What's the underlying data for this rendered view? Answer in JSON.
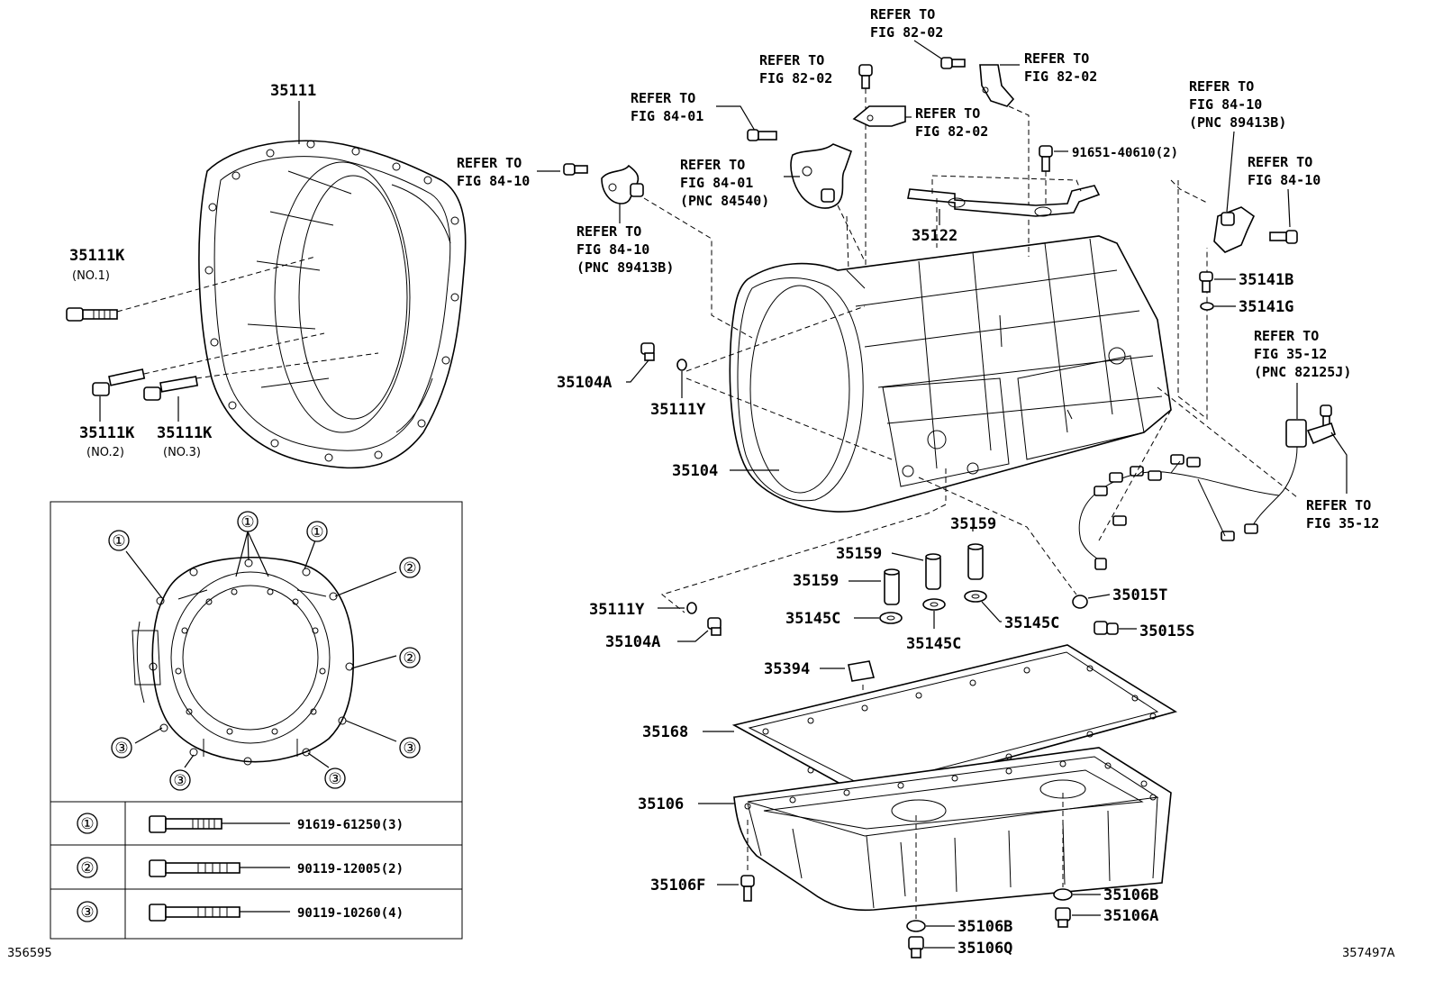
{
  "labels": {
    "p35111": "35111",
    "p35111k_1": "35111K",
    "p35111k_1_sub": "(NO.1)",
    "p35111k_2": "35111K",
    "p35111k_2_sub": "(NO.2)",
    "p35111k_3": "35111K",
    "p35111k_3_sub": "(NO.3)",
    "p35104a_top": "35104A",
    "p35111y_top": "35111Y",
    "p35104": "35104",
    "p35122": "35122",
    "p35141b": "35141B",
    "p35141g": "35141G",
    "p91651": "91651-40610(2)",
    "p35159_a": "35159",
    "p35159_b": "35159",
    "p35159_c": "35159",
    "p35145c_a": "35145C",
    "p35145c_b": "35145C",
    "p35145c_c": "35145C",
    "p35015t": "35015T",
    "p35015s": "35015S",
    "p35111y_bot": "35111Y",
    "p35104a_bot": "35104A",
    "p35394": "35394",
    "p35168": "35168",
    "p35106": "35106",
    "p35106f": "35106F",
    "p35106b_a": "35106B",
    "p35106b_b": "35106B",
    "p35106a": "35106A",
    "p35106q": "35106Q"
  },
  "refs": {
    "r_82_02_top": [
      "REFER TO",
      "FIG 82-02"
    ],
    "r_82_02_left": [
      "REFER TO",
      "FIG 82-02"
    ],
    "r_82_02_right": [
      "REFER TO",
      "FIG 82-02"
    ],
    "r_82_02_mid": [
      "REFER TO",
      "FIG 82-02"
    ],
    "r_84_01_a": [
      "REFER TO",
      "FIG 84-01"
    ],
    "r_84_01_b": [
      "REFER TO",
      "FIG 84-01",
      "(PNC 84540)"
    ],
    "r_84_10_a": [
      "REFER TO",
      "FIG 84-10"
    ],
    "r_84_10_b": [
      "REFER TO",
      "FIG 84-10",
      "(PNC 89413B)"
    ],
    "r_84_10_c": [
      "REFER TO",
      "FIG 84-10",
      "(PNC 89413B)"
    ],
    "r_84_10_d": [
      "REFER TO",
      "FIG 84-10"
    ],
    "r_35_12_a": [
      "REFER TO",
      "FIG 35-12",
      "(PNC 82125J)"
    ],
    "r_35_12_b": [
      "REFER TO",
      "FIG 35-12"
    ]
  },
  "inset": {
    "markers": [
      "①",
      "②",
      "③"
    ],
    "rows": [
      {
        "marker": "①",
        "part": "91619-61250(3)"
      },
      {
        "marker": "②",
        "part": "90119-12005(2)"
      },
      {
        "marker": "③",
        "part": "90119-10260(4)"
      }
    ]
  },
  "corners": {
    "left": "356595",
    "right": "357497A"
  }
}
